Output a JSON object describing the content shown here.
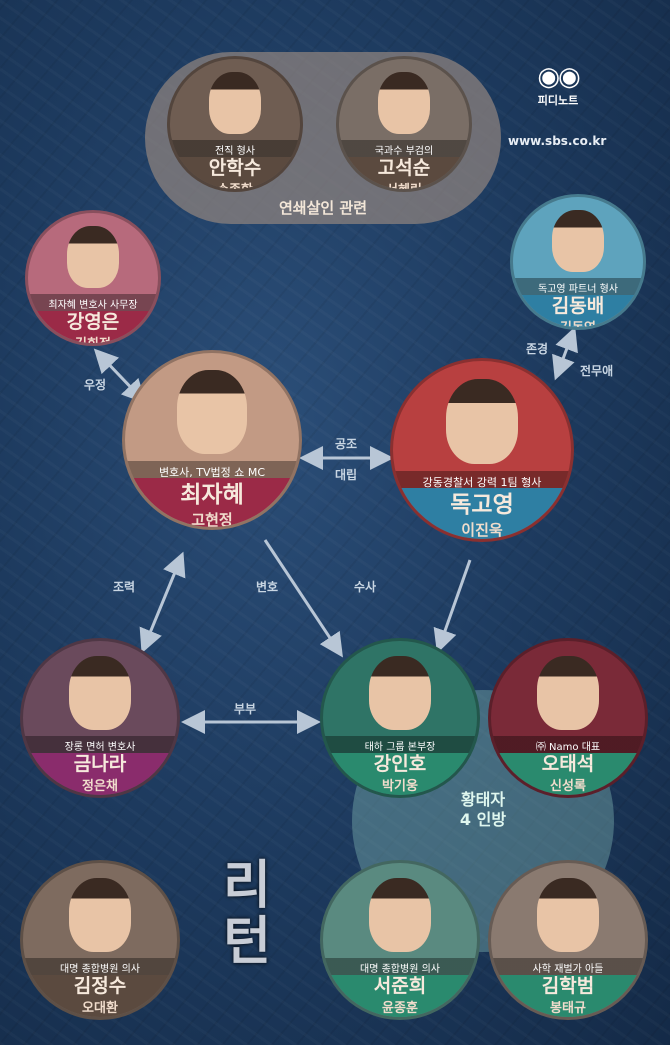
{
  "brand": {
    "logo_text": "피디노트",
    "url": "www.sbs.co.kr",
    "show_title": "리턴"
  },
  "groups": {
    "serial_murder": "연쇄살인 관련",
    "crown_prince_line1": "황태자",
    "crown_prince_line2": "4 인방"
  },
  "colors": {
    "red": "#9b2a47",
    "blue": "#2e7fa3",
    "green": "#2a8a6e",
    "purple": "#8a2c6c",
    "brown": "#5b4a3f"
  },
  "characters": [
    {
      "id": "ahn",
      "role": "전직 형사",
      "name": "안학수",
      "actor": "손종학",
      "color": "#5b4a3f"
    },
    {
      "id": "ko",
      "role": "국과수 부검의",
      "name": "고석순",
      "actor": "서혜린",
      "color": "#5b4a3f"
    },
    {
      "id": "kang_ye",
      "role": "최자혜 변호사 사무장",
      "name": "강영은",
      "actor": "김희정",
      "color": "#9b2a47"
    },
    {
      "id": "kim_db",
      "role": "독고영 파트너 형사",
      "name": "김동배",
      "actor": "김동영",
      "color": "#2e7fa3"
    },
    {
      "id": "choi",
      "role": "변호사, TV법정 쇼 MC",
      "name": "최자혜",
      "actor": "고현정",
      "color": "#9b2a47"
    },
    {
      "id": "dokgo",
      "role": "강동경찰서 강력 1팀 형사",
      "name": "독고영",
      "actor": "이진욱",
      "color": "#2e7fa3"
    },
    {
      "id": "geum",
      "role": "장롱 면허 변호사",
      "name": "금나라",
      "actor": "정은채",
      "color": "#8a2c6c"
    },
    {
      "id": "kang_ih",
      "role": "태하 그룹 본부장",
      "name": "강인호",
      "actor": "박기웅",
      "color": "#2a8a6e"
    },
    {
      "id": "oh",
      "role": "㈜ Namo 대표",
      "name": "오태석",
      "actor": "신성록",
      "color": "#2a8a6e"
    },
    {
      "id": "kim_js",
      "role": "대명 종합병원 의사",
      "name": "김정수",
      "actor": "오대환",
      "color": "#5b4a3f"
    },
    {
      "id": "seo",
      "role": "대명 종합병원 의사",
      "name": "서준희",
      "actor": "윤종훈",
      "color": "#2a8a6e"
    },
    {
      "id": "kim_hb",
      "role": "사학 재벌가 아들",
      "name": "김학범",
      "actor": "봉태규",
      "color": "#2a8a6e"
    }
  ],
  "relations": [
    {
      "label": "우정"
    },
    {
      "label": "존경"
    },
    {
      "label": "전무애"
    },
    {
      "label": "공조"
    },
    {
      "label": "대립"
    },
    {
      "label": "조력"
    },
    {
      "label": "변호"
    },
    {
      "label": "수사"
    },
    {
      "label": "부부"
    }
  ]
}
